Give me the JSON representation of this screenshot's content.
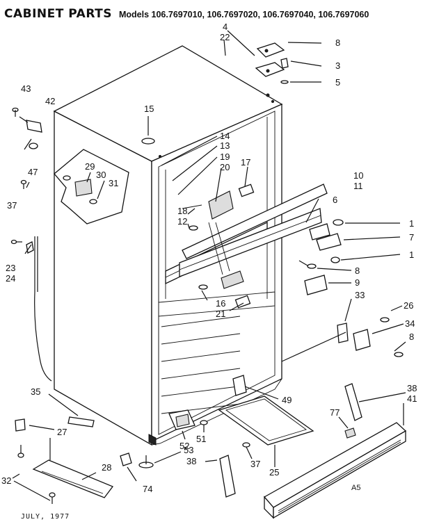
{
  "header": {
    "title": "CABINET PARTS",
    "models": "Models 106.7697010, 106.7697020, 106.7697040, 106.7697060"
  },
  "callouts": {
    "c1a": "1",
    "c1b": "1",
    "c3": "3",
    "c4": "4",
    "c5": "5",
    "c6": "6",
    "c7": "7",
    "c8a": "8",
    "c8b": "8",
    "c8c": "8",
    "c9": "9",
    "c10": "10",
    "c11": "11",
    "c12": "12",
    "c13": "13",
    "c14": "14",
    "c15": "15",
    "c16": "16",
    "c17": "17",
    "c18": "18",
    "c19": "19",
    "c20": "20",
    "c21": "21",
    "c22": "22",
    "c23": "23",
    "c24": "24",
    "c25": "25",
    "c26": "26",
    "c27": "27",
    "c28": "28",
    "c29": "29",
    "c30": "30",
    "c31": "31",
    "c32": "32",
    "c33": "33",
    "c34": "34",
    "c35": "35",
    "c37a": "37",
    "c37b": "37",
    "c38a": "38",
    "c38b": "38",
    "c41": "41",
    "c42": "42",
    "c43": "43",
    "c47": "47",
    "c49": "49",
    "c51": "51",
    "c52": "52",
    "c53": "53",
    "c74": "74",
    "c77": "77"
  },
  "footer": {
    "date": "JULY, 1977",
    "code": "A5"
  }
}
